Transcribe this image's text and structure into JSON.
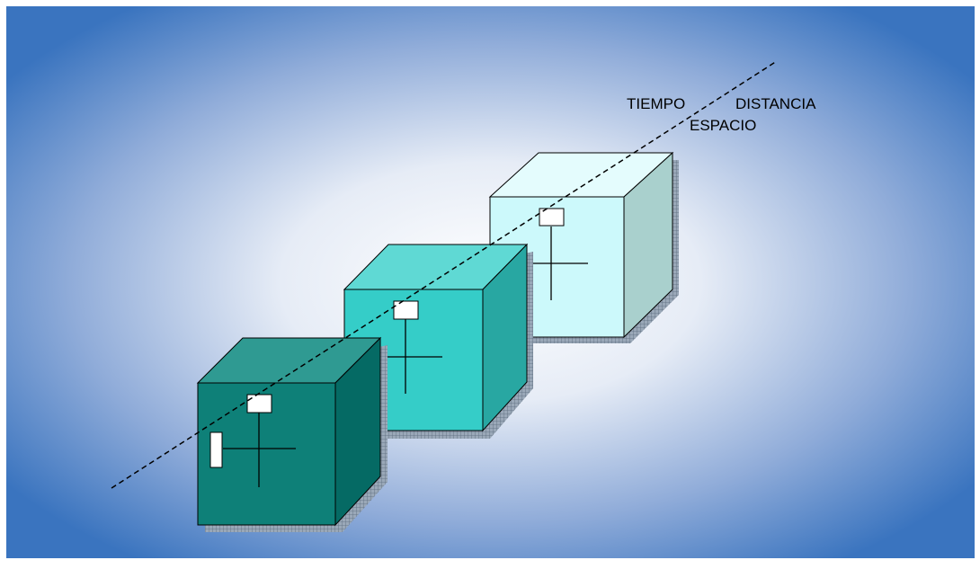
{
  "labels": {
    "tiempo": "TIEMPO",
    "distancia": "DISTANCIA",
    "espacio": "ESPACIO"
  },
  "colors": {
    "background_edge": "#3a74bf",
    "background_center": "#ffffff",
    "cube_dark_front": "#0e8078",
    "cube_dark_top": "#2f9a92",
    "cube_dark_side": "#056a64",
    "cube_mid_front": "#35cdc8",
    "cube_mid_top": "#5fd9d4",
    "cube_mid_side": "#28a7a2",
    "cube_light_front": "#ccf9fb",
    "cube_light_top": "#e4fcfd",
    "cube_light_side": "#a9d0cd",
    "shadow": "#7f8d9d",
    "line": "#000000"
  }
}
